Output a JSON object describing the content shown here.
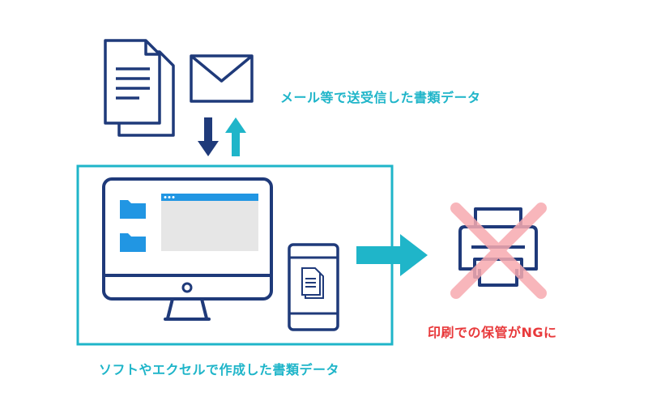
{
  "labels": {
    "email_data": "メール等で送受信した書類データ",
    "software_data": "ソフトやエクセルで作成した書類データ",
    "print_ng": "印刷での保管がNGに"
  },
  "colors": {
    "navy": "#1f3a7a",
    "teal": "#1fb5c9",
    "blue": "#2196e3",
    "red": "#e8393b",
    "pink": "#f7aab0",
    "gray": "#e6e6e6"
  },
  "icons": {
    "documents": "documents-icon",
    "envelope": "envelope-icon",
    "exchange_arrows": "exchange-arrows-icon",
    "monitor": "desktop-monitor-icon",
    "smartphone": "smartphone-icon",
    "right_arrow": "right-arrow-icon",
    "printer": "printer-icon",
    "cross": "cross-mark-icon"
  }
}
